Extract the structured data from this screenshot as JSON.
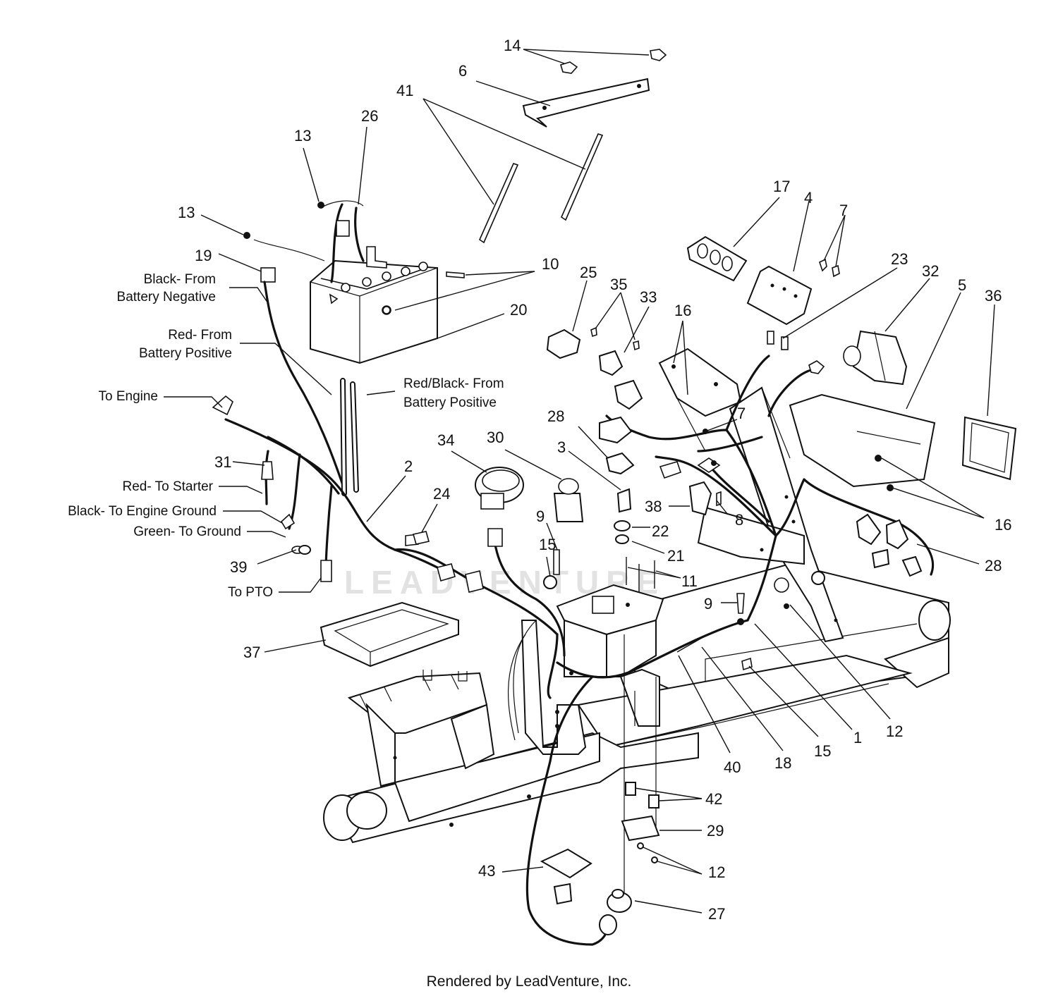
{
  "footer": "Rendered by LeadVenture, Inc.",
  "watermark": "LEADVENTURE",
  "callouts": {
    "n14": "14",
    "n6": "6",
    "n41": "41",
    "n13a": "13",
    "n26": "26",
    "n13b": "13",
    "n10": "10",
    "n19": "19",
    "n20": "20",
    "n17": "17",
    "n4": "4",
    "n7a": "7",
    "n23": "23",
    "n32": "32",
    "n5": "5",
    "n36": "36",
    "n25": "25",
    "n35": "35",
    "n33": "33",
    "n16a": "16",
    "n7b": "7",
    "n28a": "28",
    "n34": "34",
    "n30": "30",
    "n3": "3",
    "n2": "2",
    "n31": "31",
    "n24": "24",
    "n38": "38",
    "n8": "8",
    "n22": "22",
    "n21": "21",
    "n9a": "9",
    "n15a": "15",
    "n11": "11",
    "n39": "39",
    "n9b": "9",
    "n16b": "16",
    "n28b": "28",
    "n37": "37",
    "n12a": "12",
    "n1": "1",
    "n15b": "15",
    "n18": "18",
    "n40": "40",
    "n42": "42",
    "n29": "29",
    "n12b": "12",
    "n43": "43",
    "n27": "27"
  },
  "wire_labels": {
    "black_from_battery_negative": [
      "Black- From",
      "Battery Negative"
    ],
    "red_from_battery_positive": [
      "Red- From",
      "Battery Positive"
    ],
    "red_black_from_battery_positive": [
      "Red/Black- From",
      "Battery Positive"
    ],
    "to_engine": "To Engine",
    "red_to_starter": "Red- To Starter",
    "black_to_engine_ground": "Black- To Engine Ground",
    "green_to_ground": "Green- To Ground",
    "to_pto": "To PTO"
  }
}
